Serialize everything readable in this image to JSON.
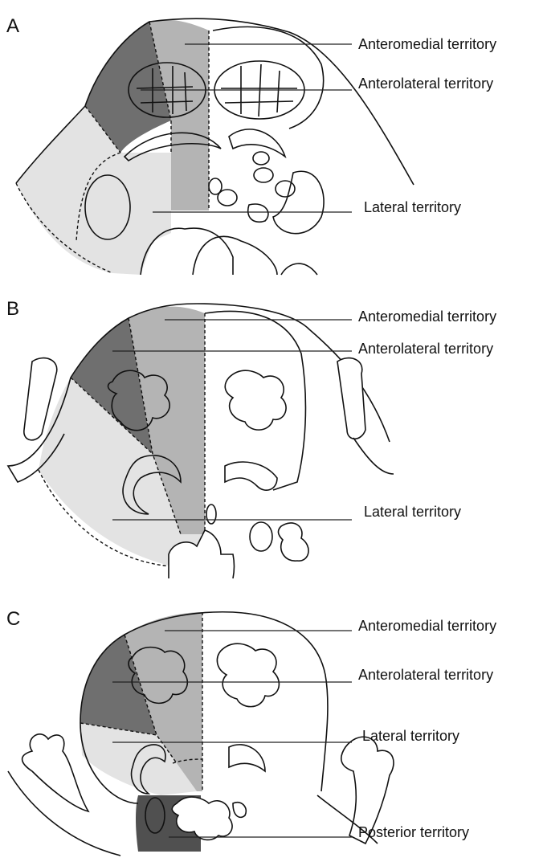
{
  "colors": {
    "anteromedial": "#b4b4b4",
    "anterolateral": "#6f6f6f",
    "lateral": "#e3e3e3",
    "posterior": "#505050",
    "outline": "#111111"
  },
  "panels": [
    {
      "letter": "A",
      "labels": [
        "Anteromedial territory",
        "Anterolateral territory",
        "Lateral territory"
      ]
    },
    {
      "letter": "B",
      "labels": [
        "Anteromedial territory",
        "Anterolateral territory",
        "Lateral territory"
      ]
    },
    {
      "letter": "C",
      "labels": [
        "Anteromedial territory",
        "Anterolateral territory",
        "Lateral territory",
        "Posterior territory"
      ]
    }
  ]
}
